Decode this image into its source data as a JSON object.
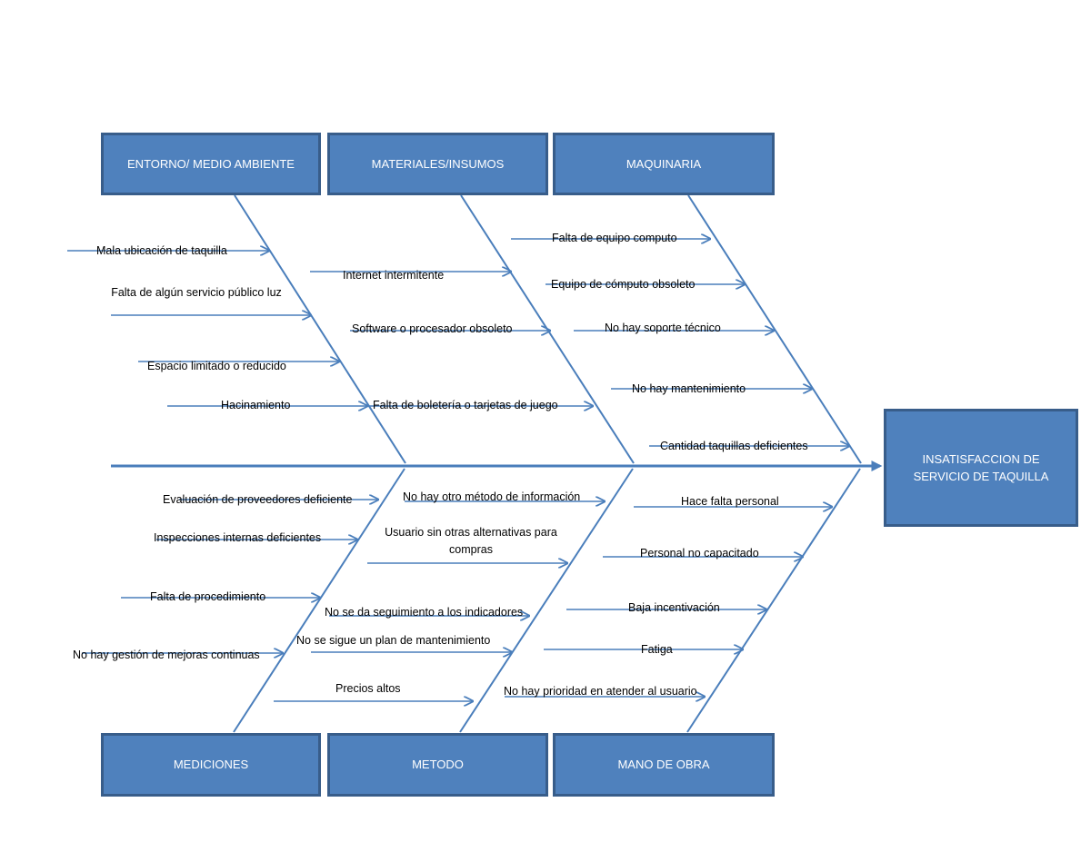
{
  "colors": {
    "box_fill": "#4f81bd",
    "box_border": "#385d8a",
    "line": "#4a7ebb",
    "text": "#000000"
  },
  "effect": "INSATISFACCION DE SERVICIO DE TAQUILLA",
  "categories": {
    "entorno": "ENTORNO/ MEDIO AMBIENTE",
    "materiales": "MATERIALES/INSUMOS",
    "maquinaria": "MAQUINARIA",
    "mediciones": "MEDICIONES",
    "metodo": "METODO",
    "mano_obra": "MANO DE OBRA"
  },
  "causes": {
    "entorno": [
      "Mala ubicación de taquilla",
      "Falta de algún servicio público luz",
      "Espacio limitado o reducido",
      "Hacinamiento"
    ],
    "materiales": [
      "Internet intermitente",
      "Software o procesador  obsoleto",
      "Falta de boletería o tarjetas de juego"
    ],
    "maquinaria": [
      "Falta de equipo computo",
      "Equipo de cómputo obsoleto",
      "No hay soporte técnico",
      "No hay mantenimiento",
      "Cantidad taquillas deficientes"
    ],
    "mediciones": [
      "Evaluación de proveedores deficiente",
      "Inspecciones internas deficientes",
      "Falta de procedimiento",
      "No hay gestión de mejoras continuas"
    ],
    "metodo": [
      "No hay otro método de información",
      "Usuario sin otras alternativas para compras",
      "No se da seguimiento a los indicadores",
      "No se sigue un plan de mantenimiento",
      "Precios altos"
    ],
    "mano_obra": [
      "Hace falta personal",
      "Personal no capacitado",
      "Baja incentivación",
      "Fatiga",
      "No hay prioridad en atender al usuario"
    ]
  }
}
